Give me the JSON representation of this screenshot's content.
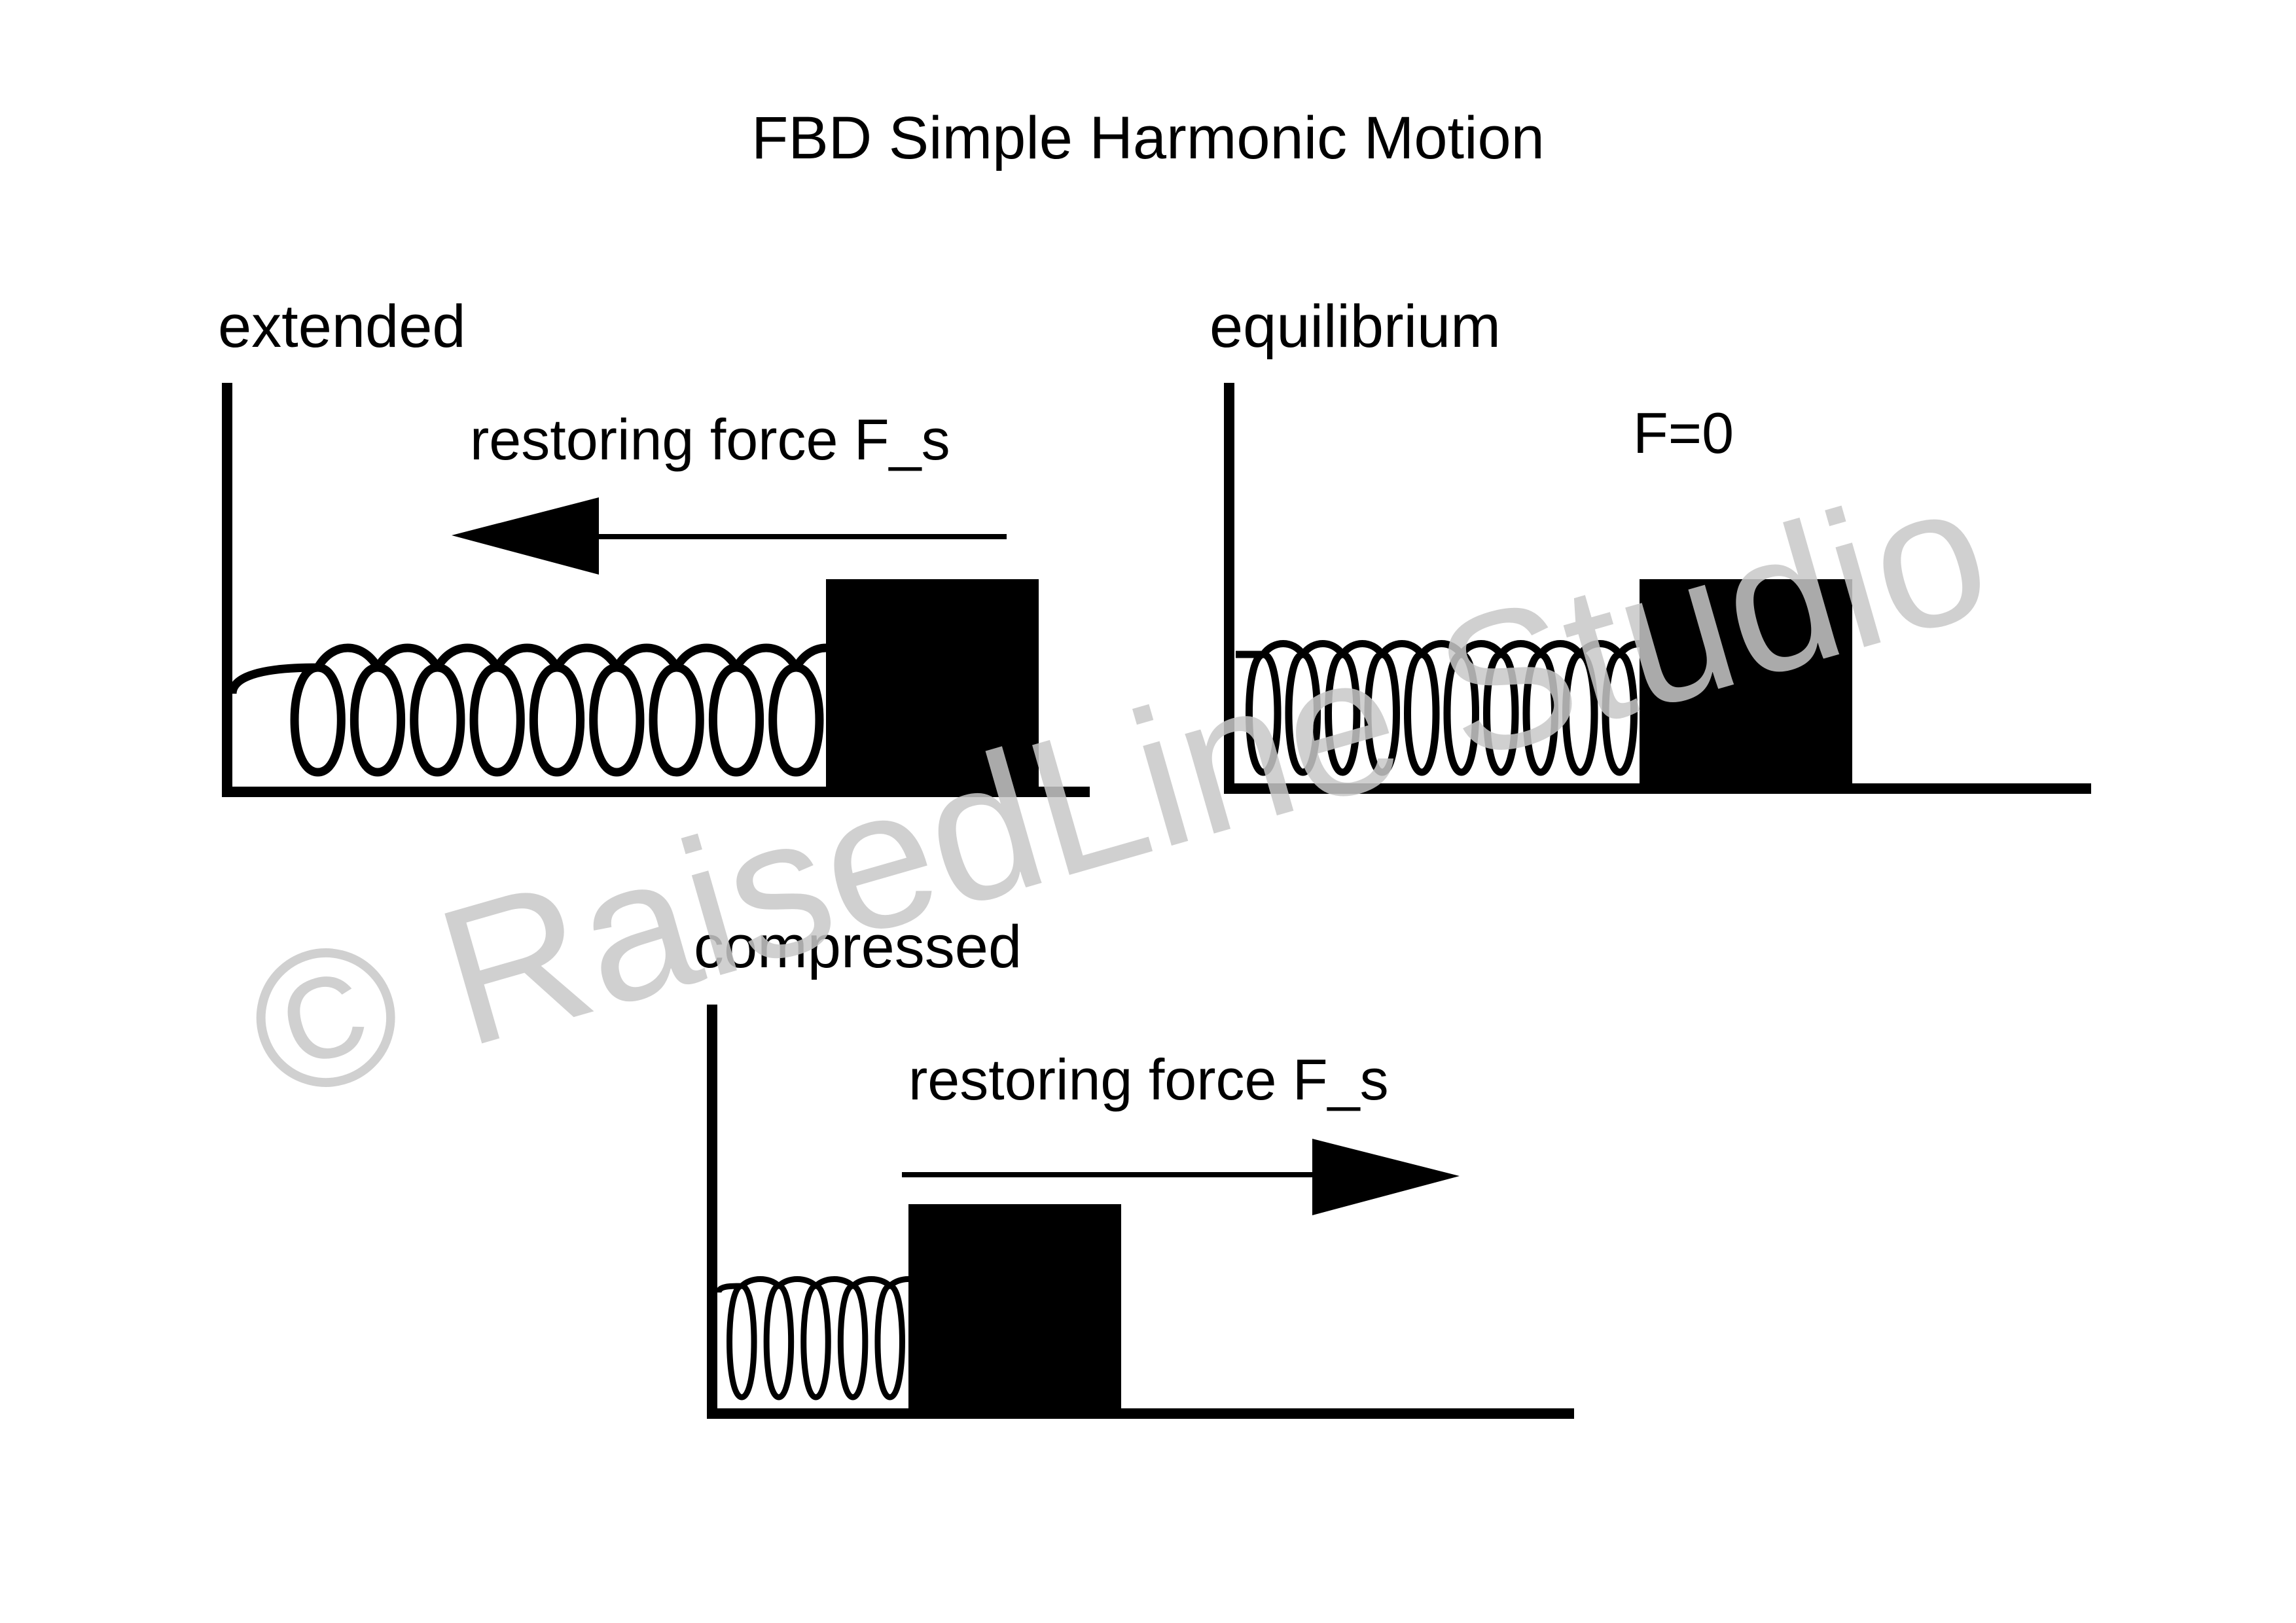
{
  "title": "FBD Simple Harmonic Motion",
  "watermark": {
    "text": "© RaisedLine Studio",
    "color": "#c8c8c8"
  },
  "colors": {
    "ink": "#000000",
    "background": "#ffffff"
  },
  "panels": {
    "extended": {
      "label": "extended",
      "force_label": "restoring force F_s",
      "arrow_direction": "left",
      "coil_loops": 9
    },
    "equilibrium": {
      "label": "equilibrium",
      "force_label": "F=0",
      "coil_loops": 10
    },
    "compressed": {
      "label": "compressed",
      "force_label": "restoring force F_s",
      "arrow_direction": "right",
      "coil_loops": 5
    }
  }
}
